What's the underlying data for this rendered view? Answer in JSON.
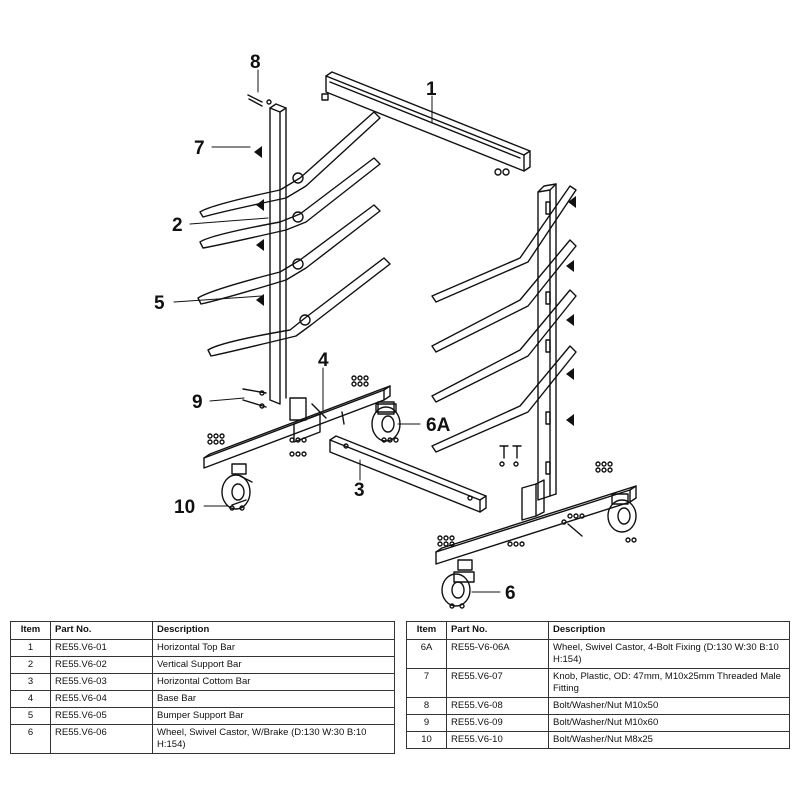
{
  "callouts": {
    "c1": "1",
    "c2": "2",
    "c3": "3",
    "c4": "4",
    "c5": "5",
    "c6": "6",
    "c6a": "6A",
    "c7": "7",
    "c8": "8",
    "c9": "9",
    "c10": "10"
  },
  "table": {
    "headers": {
      "item": "Item",
      "part_no": "Part No.",
      "description": "Description"
    },
    "left_rows": [
      {
        "item": "1",
        "part_no": "RE55.V6-01",
        "description": "Horizontal Top Bar"
      },
      {
        "item": "2",
        "part_no": "RE55.V6-02",
        "description": "Vertical Support Bar"
      },
      {
        "item": "3",
        "part_no": "RE55.V6-03",
        "description": "Horizontal Cottom Bar"
      },
      {
        "item": "4",
        "part_no": "RE55.V6-04",
        "description": "Base Bar"
      },
      {
        "item": "5",
        "part_no": "RE55.V6-05",
        "description": "Bumper Support Bar"
      },
      {
        "item": "6",
        "part_no": "RE55.V6-06",
        "description": "Wheel, Swivel Castor, W/Brake (D:130 W:30 B:10 H:154)"
      }
    ],
    "right_rows": [
      {
        "item": "6A",
        "part_no": "RE55-V6-06A",
        "description": "Wheel, Swivel Castor, 4-Bolt Fixing (D:130 W:30 B:10 H:154)"
      },
      {
        "item": "7",
        "part_no": "RE55.V6-07",
        "description": "Knob, Plastic, OD: 47mm, M10x25mm Threaded Male Fitting"
      },
      {
        "item": "8",
        "part_no": "RE55.V6-08",
        "description": "Bolt/Washer/Nut M10x50"
      },
      {
        "item": "9",
        "part_no": "RE55.V6-09",
        "description": "Bolt/Washer/Nut M10x60"
      },
      {
        "item": "10",
        "part_no": "RE55.V6-10",
        "description": "Bolt/Washer/Nut M8x25"
      }
    ]
  }
}
